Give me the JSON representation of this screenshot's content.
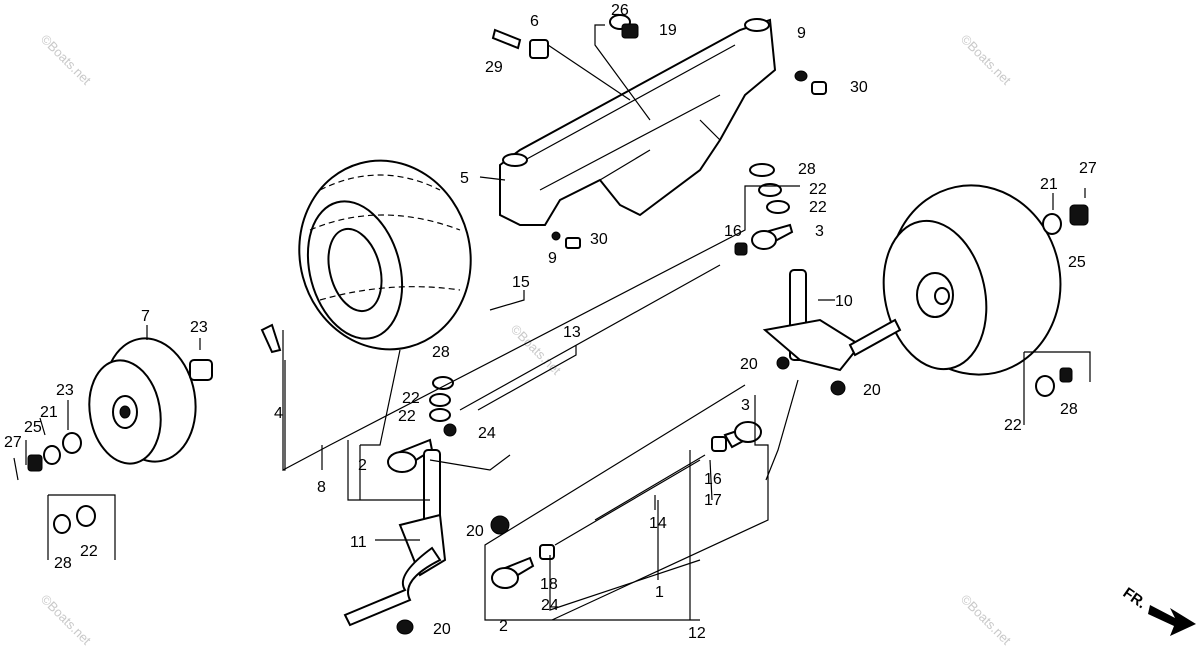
{
  "callouts": [
    "26",
    "19",
    "6",
    "29",
    "9",
    "30",
    "5",
    "28",
    "22",
    "22",
    "3",
    "16",
    "30",
    "9",
    "15",
    "13",
    "10",
    "7",
    "23",
    "4",
    "28",
    "22",
    "22",
    "24",
    "20",
    "20",
    "21",
    "27",
    "25",
    "22",
    "28",
    "23",
    "21",
    "25",
    "27",
    "2",
    "8",
    "3",
    "16",
    "17",
    "14",
    "1",
    "20",
    "11",
    "18",
    "24",
    "2",
    "20",
    "12",
    "28",
    "22"
  ],
  "direction_label": "FR.",
  "watermark": "©Boats.net"
}
